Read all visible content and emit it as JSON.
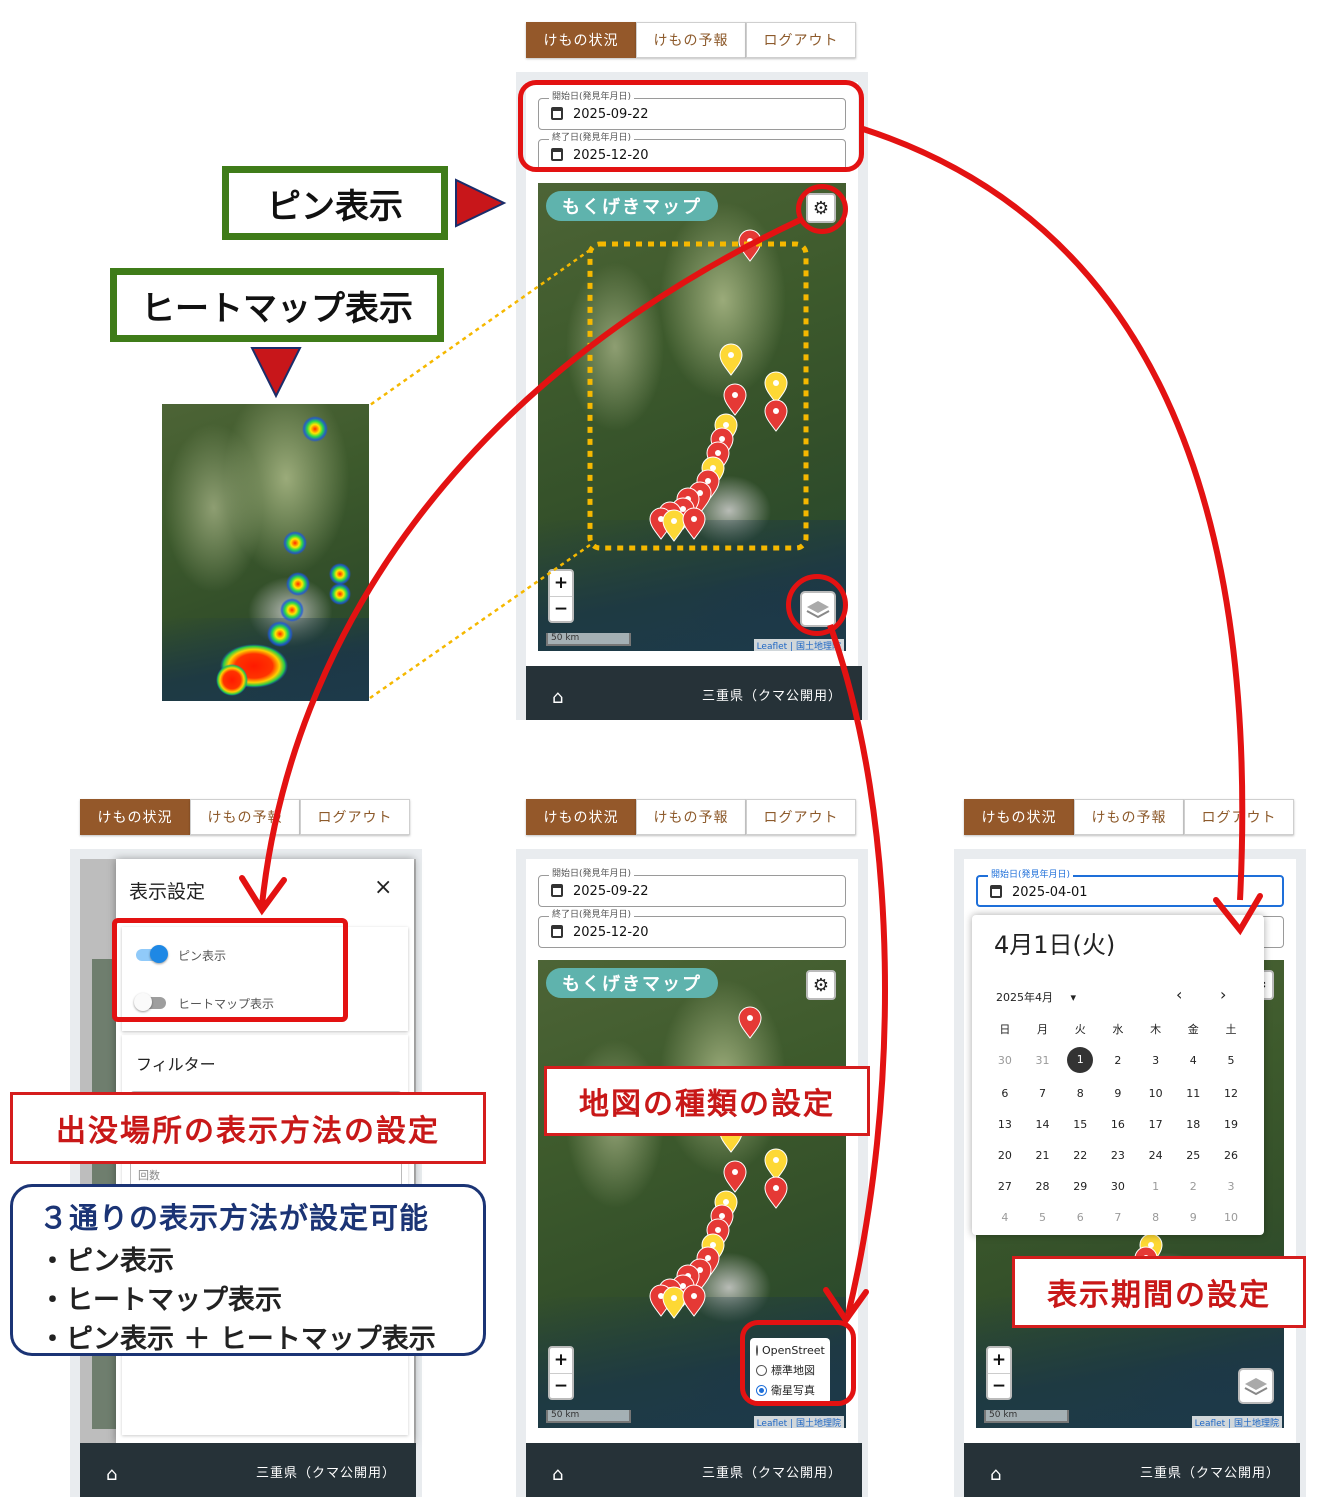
{
  "tabs": [
    "けもの状況",
    "けもの予報",
    "ログアウト"
  ],
  "dates": {
    "start_label": "開始日(発見年月日)",
    "end_label": "終了日(発見年月日)",
    "start": "2025-09-22",
    "end": "2025-12-20",
    "start_alt": "2025-04-01"
  },
  "map": {
    "title": "もくげきマップ",
    "zoom_in": "+",
    "zoom_out": "−",
    "scale": "50 km",
    "attribution_leaflet": "Leaflet",
    "attribution_gsi": "国土地理院",
    "layer_options": [
      "OpenStreet",
      "標準地図",
      "衛星写真"
    ],
    "selected_layer": "衛星写真"
  },
  "footer": {
    "region": "三重県（クマ公開用）"
  },
  "settings_dialog": {
    "title": "表示設定",
    "close": "×",
    "pin_label": "ピン表示",
    "heatmap_label": "ヒートマップ表示",
    "pin_on": true,
    "heatmap_on": false,
    "filter_label": "フィルター",
    "count_label": "回数"
  },
  "calendar": {
    "headline": "4月1日(火)",
    "month_label": "2025年4月",
    "weekdays": [
      "日",
      "月",
      "火",
      "水",
      "木",
      "金",
      "土"
    ],
    "weeks": [
      [
        "30",
        "31",
        "1",
        "2",
        "3",
        "4",
        "5"
      ],
      [
        "6",
        "7",
        "8",
        "9",
        "10",
        "11",
        "12"
      ],
      [
        "13",
        "14",
        "15",
        "16",
        "17",
        "18",
        "19"
      ],
      [
        "20",
        "21",
        "22",
        "23",
        "24",
        "25",
        "26"
      ],
      [
        "27",
        "28",
        "29",
        "30",
        "1",
        "2",
        "3"
      ],
      [
        "4",
        "5",
        "6",
        "7",
        "8",
        "9",
        "10"
      ]
    ],
    "selected_day": "1"
  },
  "annotations": {
    "pin_display": "ピン表示",
    "heatmap_display": "ヒートマップ表示",
    "display_method": "出没場所の表示方法の設定",
    "map_type": "地図の種類の設定",
    "period": "表示期間の設定",
    "three_ways_title": "３通りの表示方法が設定可能",
    "three_ways_items": [
      "・ピン表示",
      "・ヒートマップ表示",
      "・ピン表示 ＋ ヒートマップ表示"
    ]
  },
  "colors": {
    "tab_active": "#94582a",
    "pin_red": "#e53935",
    "pin_yellow": "#fdd835",
    "callout_red": "#d51d1d",
    "frame_green": "#3f7c19",
    "footer": "#263238",
    "pill": "#5fb3ad"
  }
}
